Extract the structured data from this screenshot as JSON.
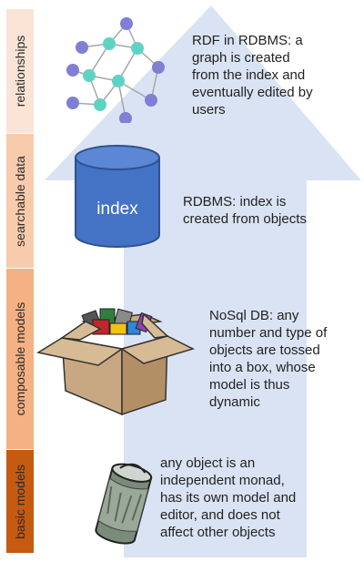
{
  "diagram": {
    "levels": [
      {
        "band_label": "relationships",
        "band_color": "#fbe4d6",
        "description": "RDF in RDBMS: a\ngraph is created\nfrom the index and\neventually edited by\nusers",
        "icon": "network-graph-icon"
      },
      {
        "band_label": "searchable data",
        "band_color": "#f8cbad",
        "description": "RDBMS: index is\ncreated from objects",
        "icon": "database-cylinder-icon",
        "icon_text": "index"
      },
      {
        "band_label": "composable models",
        "band_color": "#f4b183",
        "description": "NoSql DB: any\nnumber and type of\nobjects are tossed\ninto a box, whose\nmodel is thus\ndynamic",
        "icon": "box-of-cans-icon"
      },
      {
        "band_label": "basic models",
        "band_color": "#c55a11",
        "description": "any object is an\nindependent monad,\nhas its own model and\neditor, and does not\naffect other objects",
        "icon": "tin-can-icon"
      }
    ],
    "colors": {
      "arrow": "#dae3f3",
      "database": "#4472c4",
      "node_purple": "#7f7fd5",
      "node_teal": "#5fd3c3",
      "edge": "#a6a6a6"
    }
  }
}
